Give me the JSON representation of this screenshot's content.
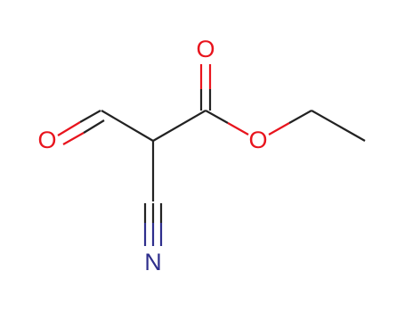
{
  "molecule": {
    "atoms": {
      "aldehyde_oxygen": "O",
      "carbonyl_oxygen": "O",
      "ester_oxygen": "O",
      "nitrile_nitrogen": "N"
    },
    "colors": {
      "bond": "#222222",
      "oxygen": "#e8141d",
      "nitrogen": "#2e2e8c"
    }
  }
}
